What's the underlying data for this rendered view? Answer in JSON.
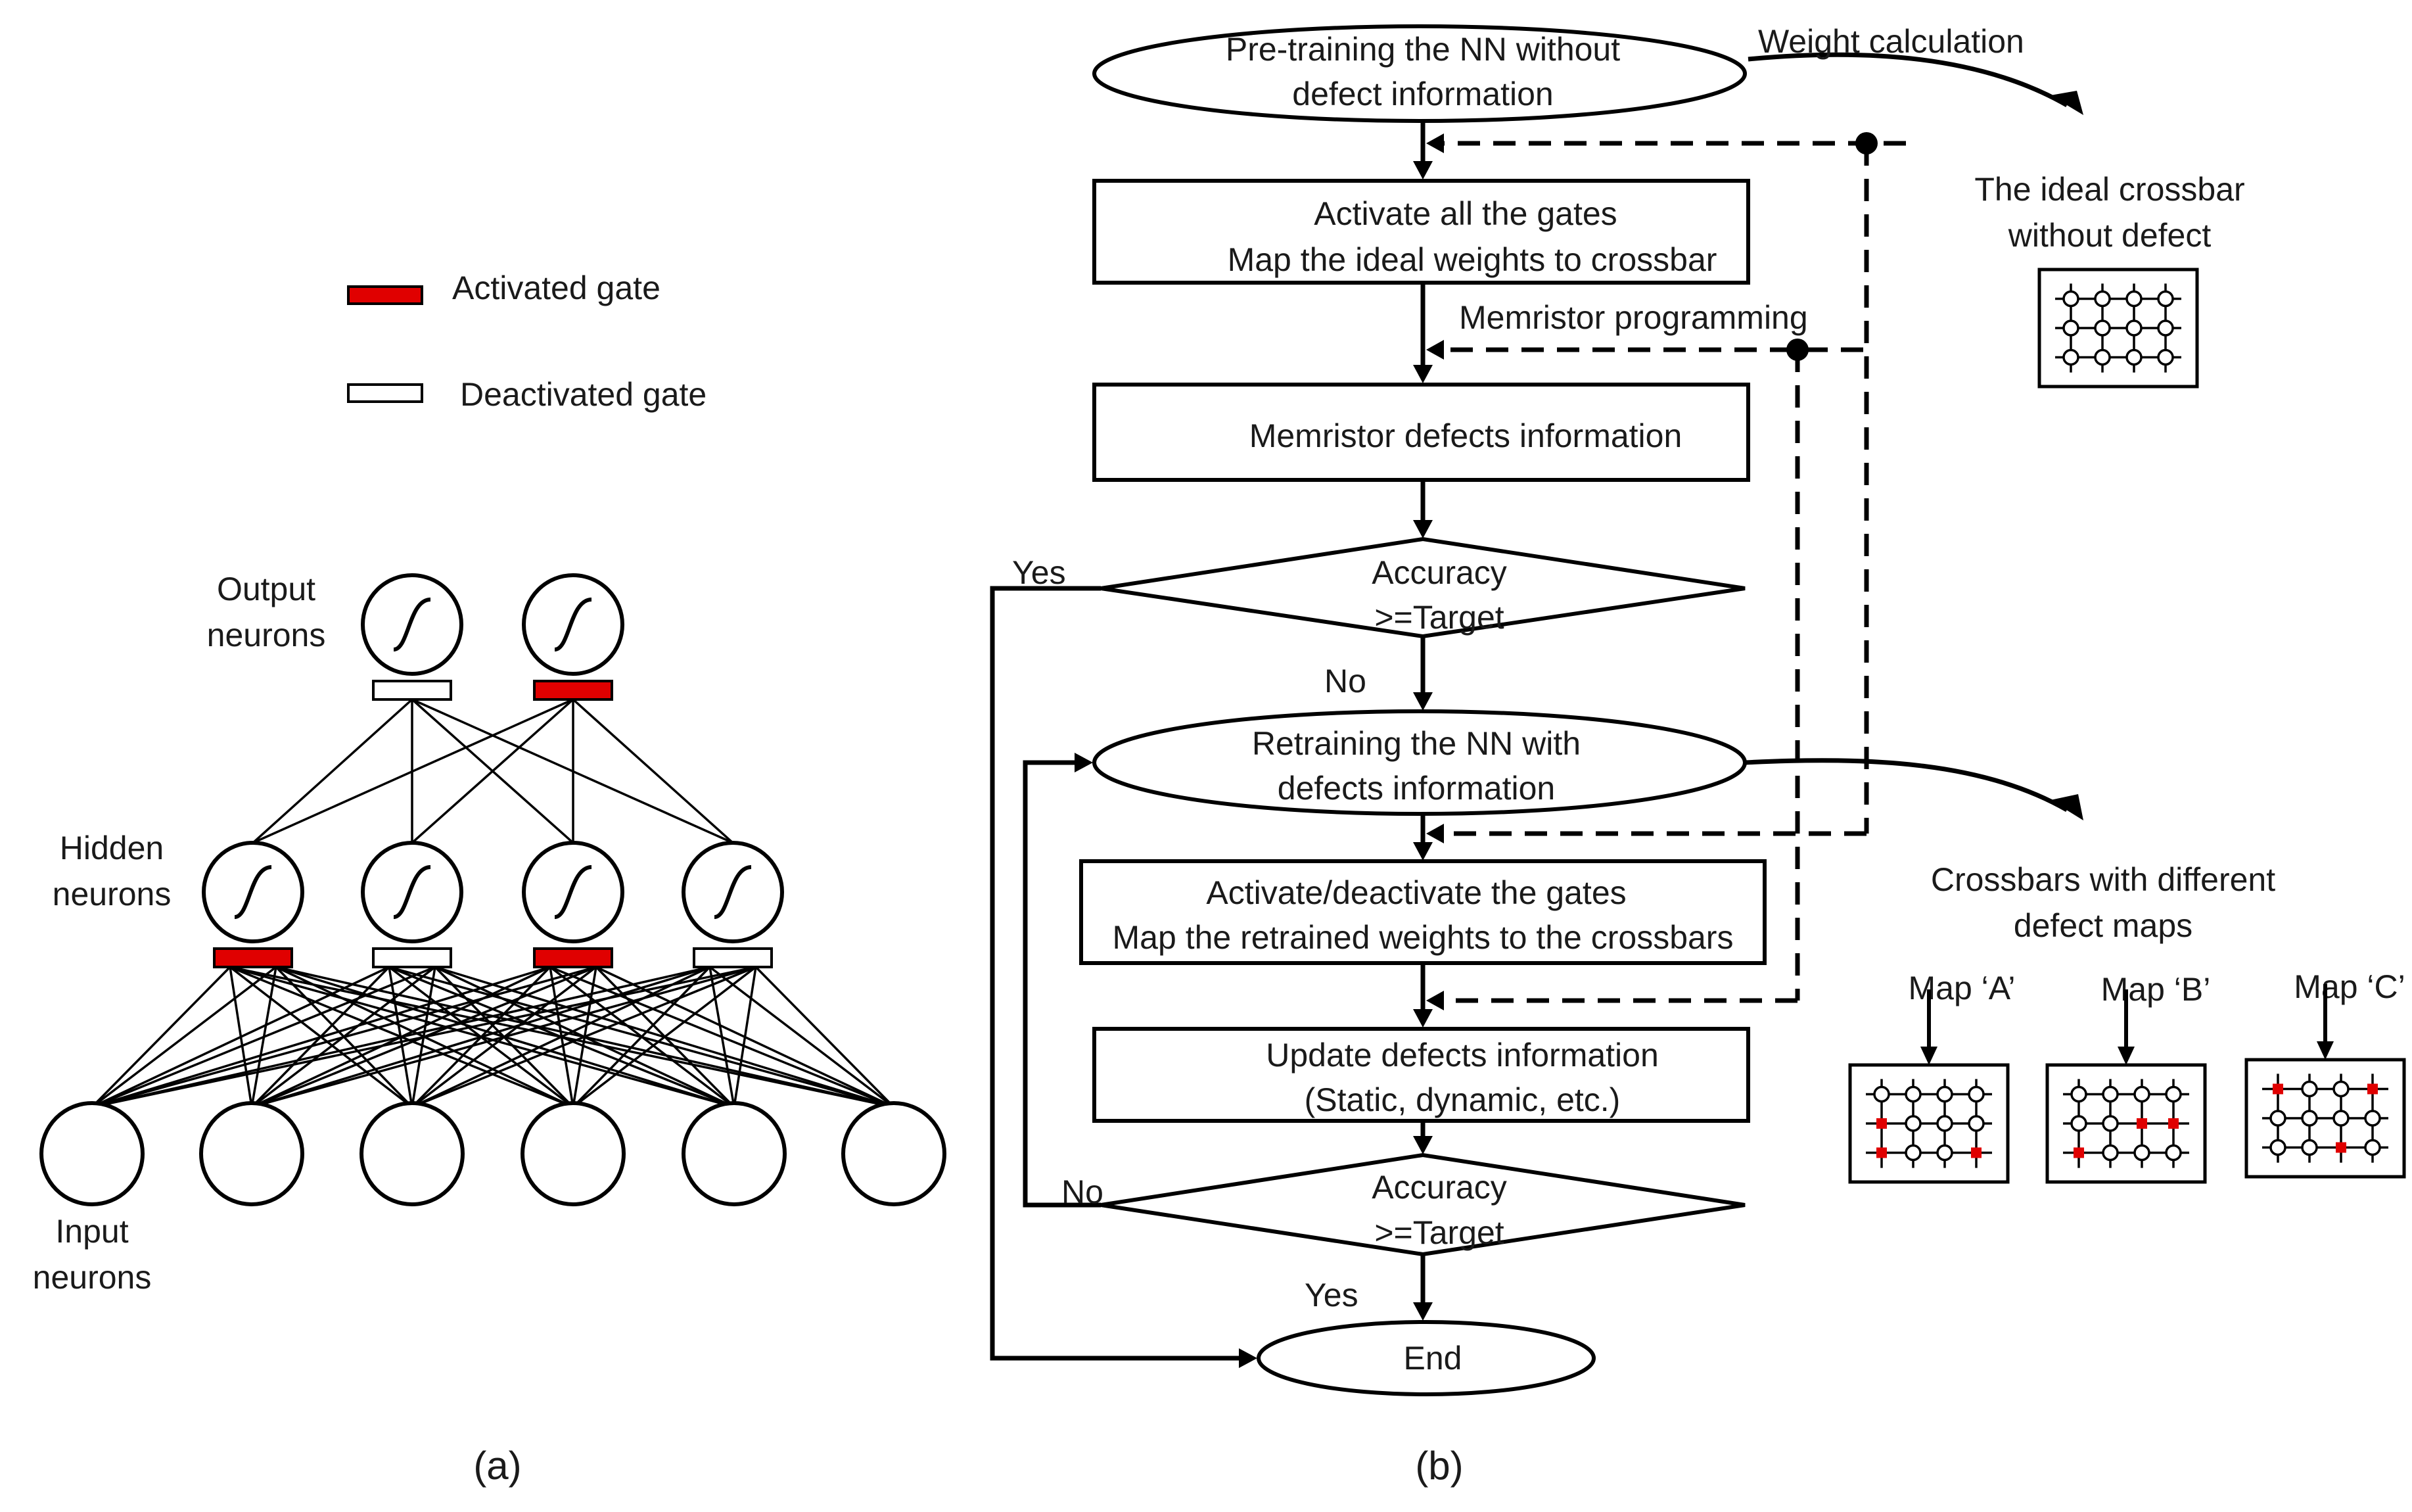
{
  "legend": {
    "activated": "Activated gate",
    "deactivated": "Deactivated gate"
  },
  "colors": {
    "activated_gate": "#e00000",
    "deactivated_gate": "#ffffff",
    "stroke": "#000000"
  },
  "network": {
    "output_label": [
      "Output",
      "neurons"
    ],
    "hidden_label": [
      "Hidden",
      "neurons"
    ],
    "input_label": [
      "Input",
      "neurons"
    ],
    "caption": "(a)"
  },
  "flow": {
    "start": [
      "Pre-training the NN without",
      "defect information"
    ],
    "step1": [
      "Activate all the gates",
      "Map the ideal weights to crossbar"
    ],
    "step2": [
      "Memristor defects information"
    ],
    "decision1": [
      "Accuracy",
      ">=Target"
    ],
    "retrain": [
      "Retraining  the NN with",
      "defects information"
    ],
    "step3": [
      "Activate/deactivate the gates",
      "Map the retrained weights to the crossbars"
    ],
    "step4": [
      "Update defects information",
      "(Static, dynamic, etc.)"
    ],
    "decision2": [
      "Accuracy",
      ">=Target"
    ],
    "end": "End",
    "yes1": "Yes",
    "no1": "No",
    "no2": "No",
    "yes2": "Yes",
    "weight_calc": "Weight calculation",
    "mem_prog": "Memristor programming",
    "caption": "(b)"
  },
  "crossbars": {
    "ideal_title": [
      "The ideal crossbar",
      "without defect"
    ],
    "defect_title": [
      "Crossbars with different",
      "defect maps"
    ],
    "map_a": "Map ‘A’",
    "map_b": "Map ‘B’",
    "map_c": "Map ‘C’"
  }
}
